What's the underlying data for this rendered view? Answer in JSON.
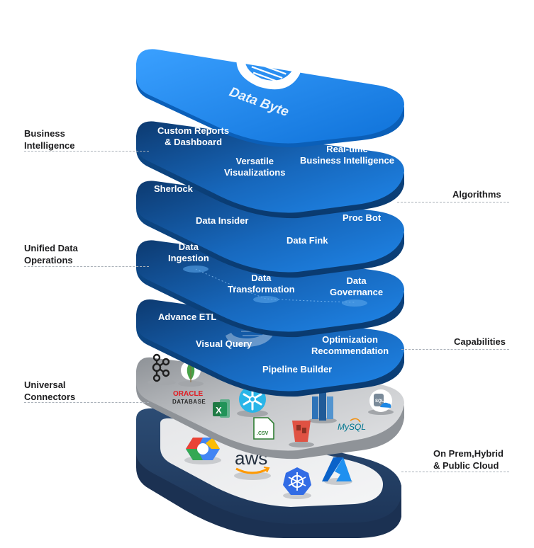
{
  "brand": {
    "name": "Data Byte"
  },
  "side_labels": {
    "business_intelligence": [
      "Business",
      "Intelligence"
    ],
    "algorithms": "Algorithms",
    "unified_data_operations": [
      "Unified Data",
      "Operations"
    ],
    "capabilities": "Capabilities",
    "universal_connectors": [
      "Universal",
      "Connectors"
    ],
    "cloud": [
      "On Prem,Hybrid",
      "& Public Cloud"
    ]
  },
  "layers": {
    "business_intelligence": {
      "custom_reports": [
        "Custom Reports",
        "& Dashboard"
      ],
      "versatile_visualizations": [
        "Versatile",
        "Visualizations"
      ],
      "realtime_bi": [
        "Real-time",
        "Business Intelligence"
      ]
    },
    "algorithms": {
      "sherlock": "Sherlock",
      "data_insider": "Data Insider",
      "proc_bot": "Proc Bot",
      "data_fink": "Data Fink"
    },
    "unified_data_operations": {
      "data_ingestion": [
        "Data",
        "Ingestion"
      ],
      "data_transformation": [
        "Data",
        "Transformation"
      ],
      "data_governance": [
        "Data",
        "Governance"
      ]
    },
    "capabilities": {
      "advance_etl": "Advance ETL",
      "visual_query": "Visual Query",
      "optimization": [
        "Optimization",
        "Recommendation"
      ],
      "pipeline_builder": "Pipeline Builder"
    }
  },
  "connectors": {
    "oracle": [
      "ORACLE",
      "DATABASE"
    ],
    "excel": "X",
    "csv": ".CSV",
    "mysql": "MySQL",
    "sql": "SQL"
  },
  "cloud": {
    "aws": "aws"
  },
  "colors": {
    "layer_blue": "#1a7fe0",
    "layer_dark": "#0f4f8f",
    "cloud_navy": "#223f63",
    "connector_grey": "#b9bcc0"
  }
}
